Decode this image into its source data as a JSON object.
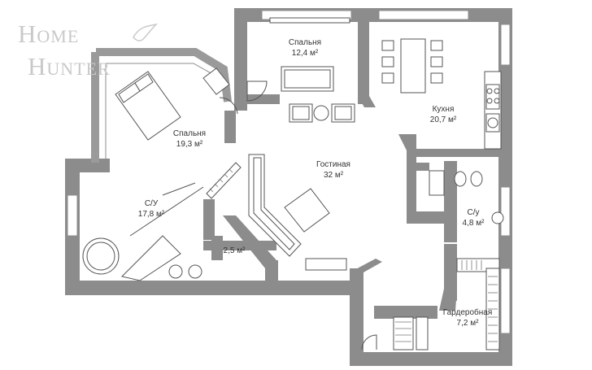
{
  "brand": {
    "line1": "Home",
    "line2": "Hunter",
    "mark": "bird-logo-icon"
  },
  "colors": {
    "wall": "#8c8c8c",
    "floor": "#ffffff",
    "furniture": "#555555",
    "text": "#333333",
    "watermark": "#c9c9c9"
  },
  "rooms": [
    {
      "id": "bedroom-small",
      "name": "Спальня",
      "area": "12,4 м²"
    },
    {
      "id": "bedroom-large",
      "name": "Спальня",
      "area": "19,3 м²"
    },
    {
      "id": "kitchen",
      "name": "Кухня",
      "area": "20,7 м²"
    },
    {
      "id": "living",
      "name": "Гостиная",
      "area": "32 м²"
    },
    {
      "id": "bathroom-large",
      "name": "С/У",
      "area": "17,8 м²"
    },
    {
      "id": "bathroom-small",
      "name": "С/у",
      "area": "4,8 м²"
    },
    {
      "id": "storage",
      "name": "",
      "area": "2,5 м²"
    },
    {
      "id": "wardrobe",
      "name": "Гардеробная",
      "area": "7,2 м²"
    }
  ]
}
